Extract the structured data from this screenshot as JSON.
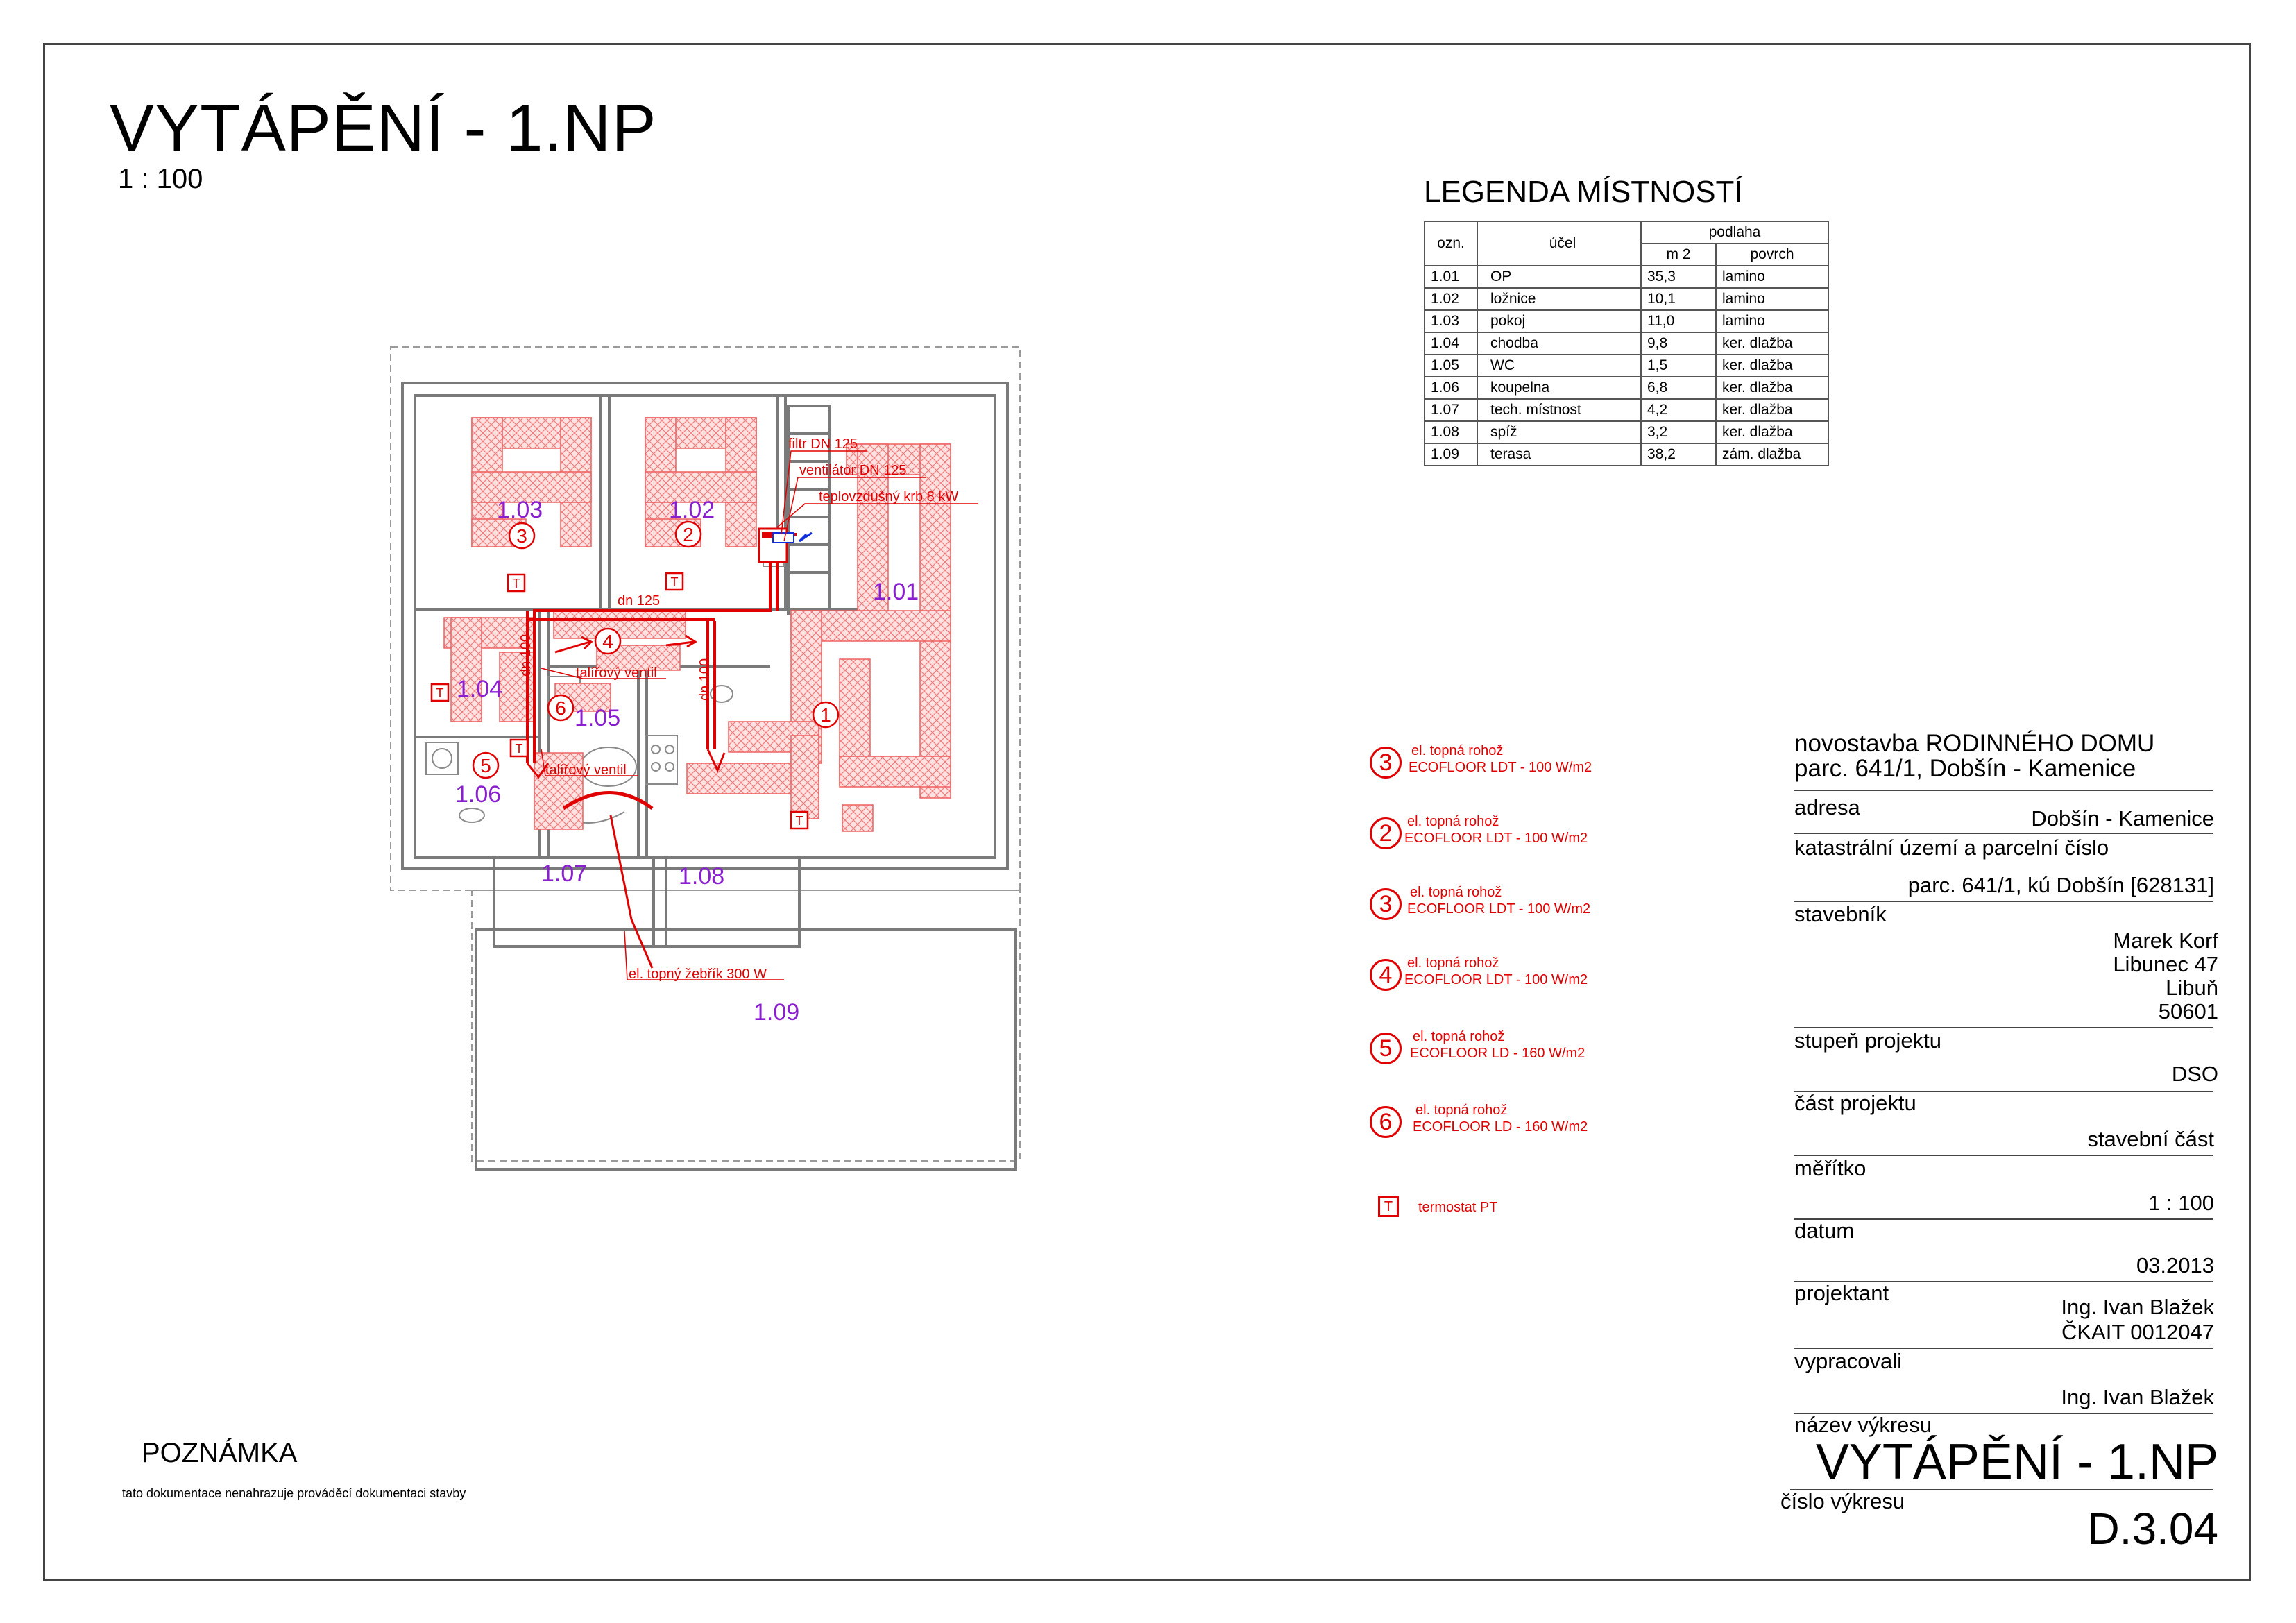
{
  "sheet": {
    "title": "VYTÁPĚNÍ - 1.NP",
    "scale": "1 : 100"
  },
  "room_legend": {
    "title": "LEGENDA MÍSTNOSTÍ",
    "headers": {
      "code": "ozn.",
      "purpose": "účel",
      "floor": "podlaha",
      "area": "m 2",
      "surface": "povrch"
    },
    "rows": [
      {
        "code": "1.01",
        "purpose": "OP",
        "area": "35,3",
        "surface": "lamino"
      },
      {
        "code": "1.02",
        "purpose": "ložnice",
        "area": "10,1",
        "surface": "lamino"
      },
      {
        "code": "1.03",
        "purpose": "pokoj",
        "area": "11,0",
        "surface": "lamino"
      },
      {
        "code": "1.04",
        "purpose": "chodba",
        "area": "9,8",
        "surface": "ker. dlažba"
      },
      {
        "code": "1.05",
        "purpose": "WC",
        "area": "1,5",
        "surface": "ker. dlažba"
      },
      {
        "code": "1.06",
        "purpose": "koupelna",
        "area": "6,8",
        "surface": "ker. dlažba"
      },
      {
        "code": "1.07",
        "purpose": "tech. místnost",
        "area": "4,2",
        "surface": "ker. dlažba"
      },
      {
        "code": "1.08",
        "purpose": "spíž",
        "area": "3,2",
        "surface": "ker. dlažba"
      },
      {
        "code": "1.09",
        "purpose": "terasa",
        "area": "38,2",
        "surface": "zám. dlažba"
      }
    ]
  },
  "plan": {
    "rooms": [
      "1.01",
      "1.02",
      "1.03",
      "1.04",
      "1.05",
      "1.06",
      "1.07",
      "1.08",
      "1.09"
    ],
    "circuit_numbers": [
      "1",
      "2",
      "3",
      "4",
      "5",
      "6"
    ],
    "annotations": {
      "filter": "filtr DN 125",
      "fan": "ventilátor DN 125",
      "stove": "teplovzdušný krb 8 kW",
      "duct125": "dn 125",
      "duct100a": "dn 100",
      "duct100b": "dn 100",
      "valve1": "talířový ventil",
      "valve2": "talířový ventil",
      "towel": "el. topný žebřík 300 W"
    },
    "thermostat_symbol": "T"
  },
  "heating_legend": {
    "items": [
      {
        "num": "3",
        "line1": "el. topná rohož",
        "line2": "ECOFLOOR LDT - 100 W/m2"
      },
      {
        "num": "2",
        "line1": "el. topná rohož",
        "line2": "ECOFLOOR LDT - 100 W/m2"
      },
      {
        "num": "3",
        "line1": "el. topná rohož",
        "line2": "ECOFLOOR LDT - 100 W/m2"
      },
      {
        "num": "4",
        "line1": "el. topná rohož",
        "line2": "ECOFLOOR LDT - 100 W/m2"
      },
      {
        "num": "5",
        "line1": "el. topná rohož",
        "line2": "ECOFLOOR LD - 160 W/m2"
      },
      {
        "num": "6",
        "line1": "el. topná rohož",
        "line2": "ECOFLOOR LD - 160 W/m2"
      }
    ],
    "thermostat": {
      "symbol": "T",
      "label": "termostat PT"
    }
  },
  "title_block": {
    "project_line1": "novostavba RODINNÉHO DOMU",
    "project_line2": "parc. 641/1, Dobšín - Kamenice",
    "address_label": "adresa",
    "address_value": "Dobšín - Kamenice",
    "cadastre_label": "katastrální území a parcelní číslo",
    "cadastre_value": "parc. 641/1, kú Dobšín [628131]",
    "investor_label": "stavebník",
    "investor_lines": [
      "Marek Korf",
      "Libunec 47",
      "Libuň",
      "50601"
    ],
    "stage_label": "stupeň projektu",
    "stage_value": "DSO",
    "part_label": "část projektu",
    "part_value": "stavební část",
    "scale_label": "měřítko",
    "scale_value": "1 : 100",
    "date_label": "datum",
    "date_value": "03.2013",
    "designer_label": "projektant",
    "designer_lines": [
      "Ing. Ivan Blažek",
      "ČKAIT 0012047"
    ],
    "prepared_label": "vypracovali",
    "prepared_value": "Ing. Ivan Blažek",
    "drawing_name_label": "název výkresu",
    "drawing_name_value": "VYTÁPĚNÍ - 1.NP",
    "drawing_no_label": "číslo výkresu",
    "drawing_no_value": "D.3.04"
  },
  "note": {
    "title": "POZNÁMKA",
    "text": "tato dokumentace nenahrazuje prováděcí dokumentaci stavby"
  },
  "colors": {
    "heating": "#e00000",
    "room_label": "#8a1fd0",
    "hatch": "#f2a0a0",
    "wall": "#7a7a7a"
  }
}
